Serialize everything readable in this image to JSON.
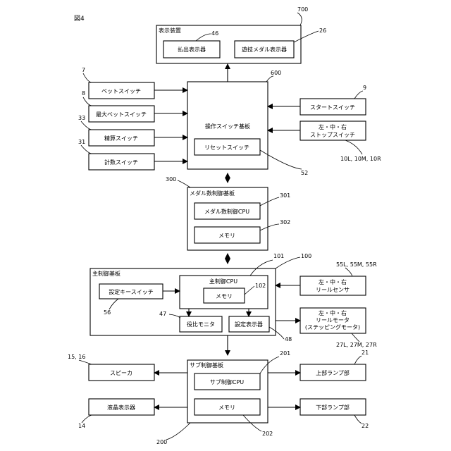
{
  "figure_label": "図4",
  "display_device": {
    "title": "表示装置",
    "ref": "700",
    "payout_display": {
      "label": "払出表示器",
      "ref": "46"
    },
    "medal_select_display": {
      "label": "遊技メダル表示器",
      "ref": "26"
    }
  },
  "operation_board": {
    "title": "操作スイッチ基板",
    "ref": "600",
    "reset_switch": {
      "label": "リセットスイッチ",
      "ref": "52"
    }
  },
  "left_switches": [
    {
      "label": "ベットスイッチ",
      "ref": "7"
    },
    {
      "label": "最大ベットスイッチ",
      "ref": "8"
    },
    {
      "label": "精算スイッチ",
      "ref": "33"
    },
    {
      "label": "計数スイッチ",
      "ref": "31"
    }
  ],
  "start_switch": {
    "label": "スタートスイッチ",
    "ref": "9"
  },
  "stop_switch": {
    "line1": "左・中・右",
    "line2": "ストップスイッチ",
    "ref": "10L, 10M, 10R"
  },
  "medal_board": {
    "title": "メダル数制御基板",
    "ref": "300",
    "cpu": {
      "label": "メダル数制御CPU",
      "ref": "301"
    },
    "memory": {
      "label": "メモリ",
      "ref": "302"
    }
  },
  "main_board": {
    "title": "主制御基板",
    "ref": "100",
    "cpu": {
      "label": "主制御CPU",
      "ref": "101"
    },
    "memory": {
      "label": "メモリ",
      "ref": "102"
    },
    "setting_key": {
      "label": "設定キースイッチ",
      "ref": "56"
    },
    "ratio_monitor": {
      "label": "役比モニタ",
      "ref": "47"
    },
    "setting_display": {
      "label": "設定表示器",
      "ref": "48"
    }
  },
  "reel_sensor": {
    "line1": "左・中・右",
    "line2": "リールセンサ",
    "ref": "55L, 55M, 55R"
  },
  "reel_motor": {
    "line1": "左・中・右",
    "line2": "リールモータ",
    "line3": "(ステッピングモータ)",
    "ref": "27L, 27M, 27R"
  },
  "sub_board": {
    "title": "サブ制御基板",
    "ref": "200",
    "cpu": {
      "label": "サブ制御CPU",
      "ref": "201"
    },
    "memory": {
      "label": "メモリ",
      "ref": "202"
    }
  },
  "speaker": {
    "label": "スピーカ",
    "ref": "15, 16"
  },
  "lcd": {
    "label": "液晶表示器",
    "ref": "14"
  },
  "upper_lamp": {
    "label": "上部ランプ部",
    "ref": "21"
  },
  "lower_lamp": {
    "label": "下部ランプ部",
    "ref": "22"
  }
}
